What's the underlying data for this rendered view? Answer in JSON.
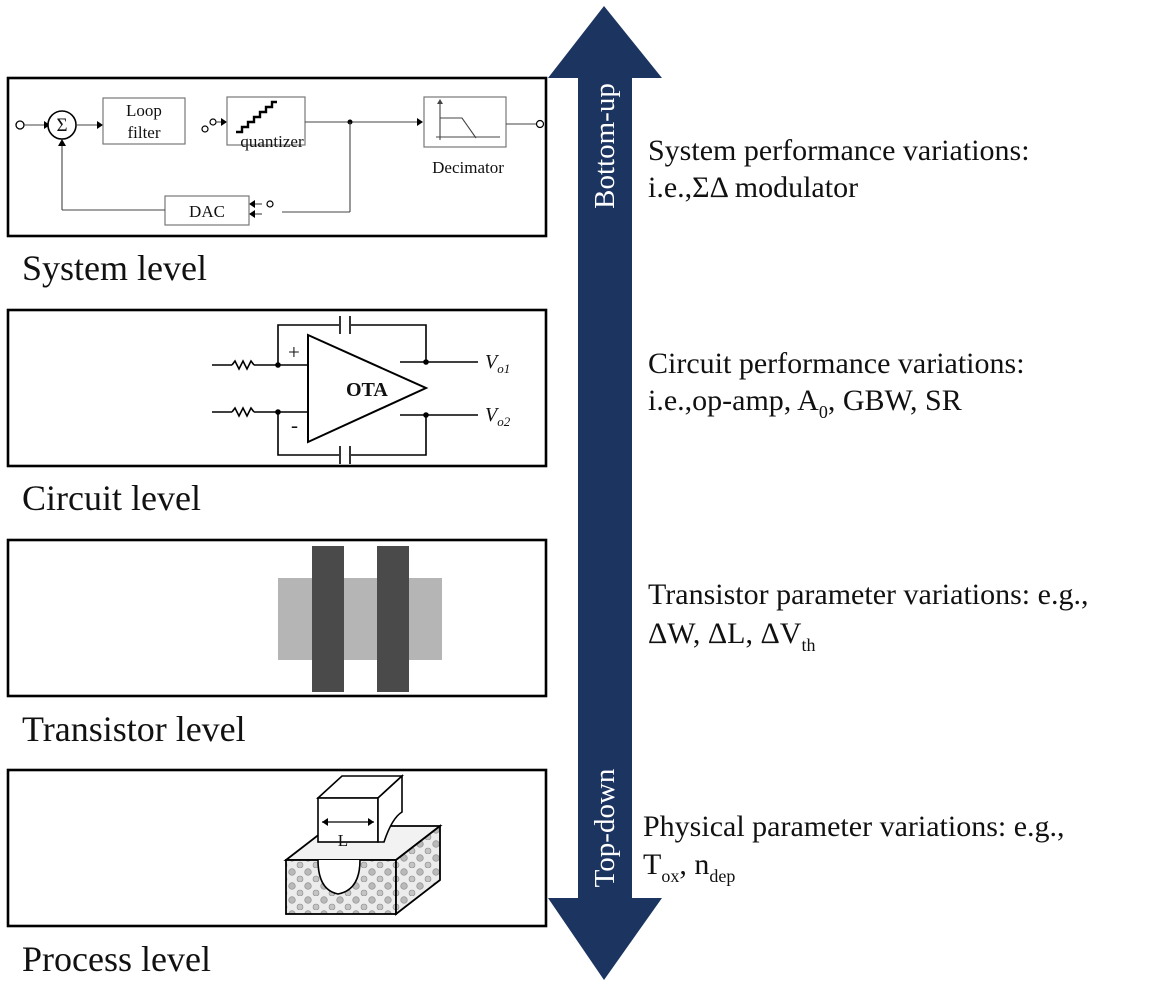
{
  "arrow": {
    "top_label": "Bottom-up",
    "bottom_label": "Top-down",
    "color": "#1b3460"
  },
  "levels": {
    "system": {
      "caption": "System level",
      "desc_line1": "System performance variations:",
      "desc_line2": "i.e.,ΣΔ modulator",
      "blocks": {
        "sum": "Σ",
        "loop_filter_1": "Loop",
        "loop_filter_2": "filter",
        "quantizer": "quantizer",
        "decimator": "Decimator",
        "dac": "DAC"
      }
    },
    "circuit": {
      "caption": "Circuit level",
      "desc_line1": "Circuit performance variations:",
      "desc_line2_a": "i.e.,op-amp, A",
      "desc_line2_sub": "0",
      "desc_line2_b": ", GBW, SR",
      "ota_label": "OTA",
      "plus": "+",
      "minus": "-",
      "vout1_main": "V",
      "vout1_sub": "o1",
      "vout2_main": "V",
      "vout2_sub": "o2"
    },
    "transistor": {
      "caption": "Transistor level",
      "desc_line1": "Transistor parameter variations: e.g.,",
      "desc_line2_a": "ΔW, ΔL, ΔV",
      "desc_line2_sub": "th"
    },
    "process": {
      "caption": "Process level",
      "desc_line1": "Physical parameter variations: e.g.,",
      "desc_t": "T",
      "desc_t_sub": "ox",
      "desc_comma": ", n",
      "desc_n_sub": "dep",
      "gate_length_label": "L"
    }
  }
}
